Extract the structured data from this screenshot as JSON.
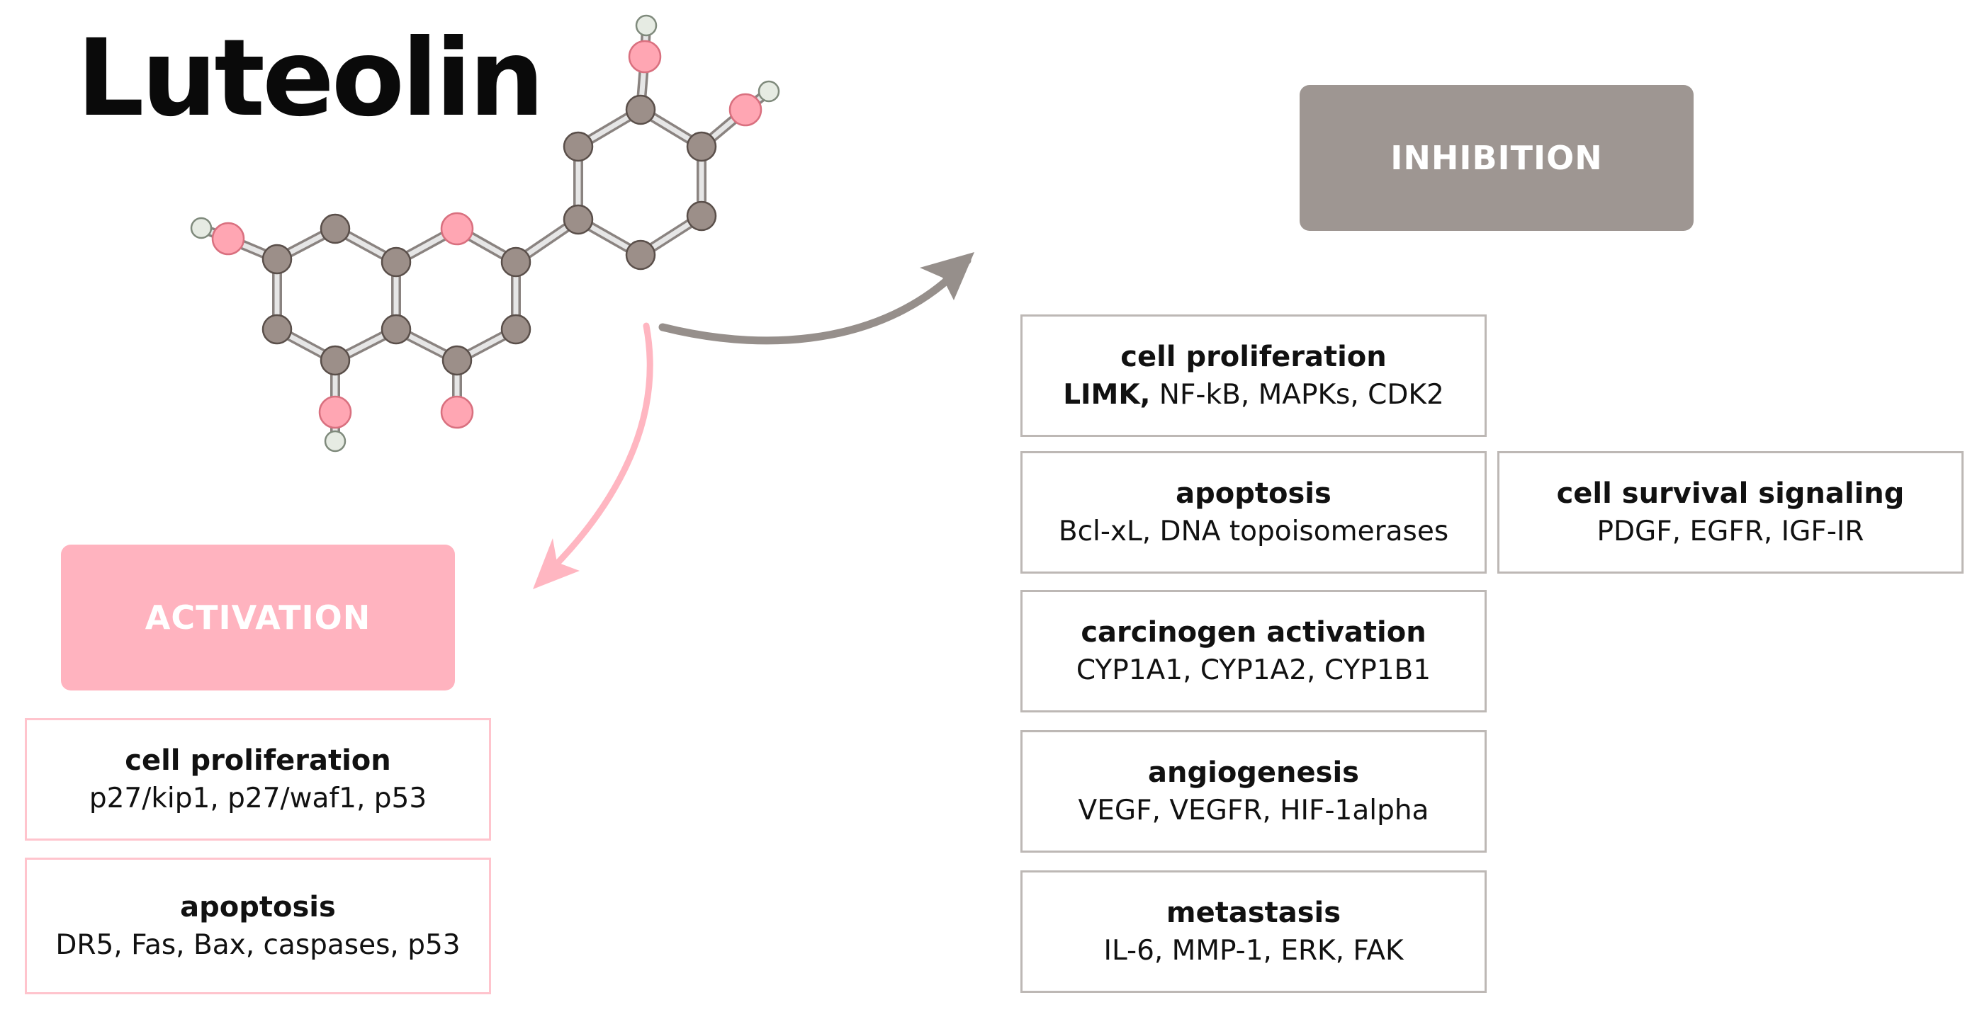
{
  "title": "Luteolin",
  "inhibition": {
    "label": "INHIBITION",
    "boxes": [
      {
        "title": "cell proliferation",
        "bold_lead": "LIMK,",
        "items": " NF-kB, MAPKs, CDK2"
      },
      {
        "title": "apoptosis",
        "items": "Bcl-xL, DNA topoisomerases"
      },
      {
        "title": "carcinogen activation",
        "items": "CYP1A1, CYP1A2, CYP1B1"
      },
      {
        "title": "angiogenesis",
        "items": "VEGF, VEGFR, HIF-1alpha"
      },
      {
        "title": "metastasis",
        "items": "IL-6, MMP-1, ERK, FAK"
      },
      {
        "title": "cell survival signaling",
        "items": "PDGF, EGFR, IGF-IR"
      }
    ]
  },
  "activation": {
    "label": "ACTIVATION",
    "boxes": [
      {
        "title": "cell proliferation",
        "items": "p27/kip1, p27/waf1, p53"
      },
      {
        "title": "apoptosis",
        "items": "DR5, Fas, Bax, caspases, p53"
      }
    ]
  },
  "colors": {
    "carbon": "#9c8f89",
    "oxygen": "#ffa6b3",
    "hydrogen": "#e6ebe3",
    "inhibition": "#9e9692",
    "activation": "#ffb3bf"
  }
}
